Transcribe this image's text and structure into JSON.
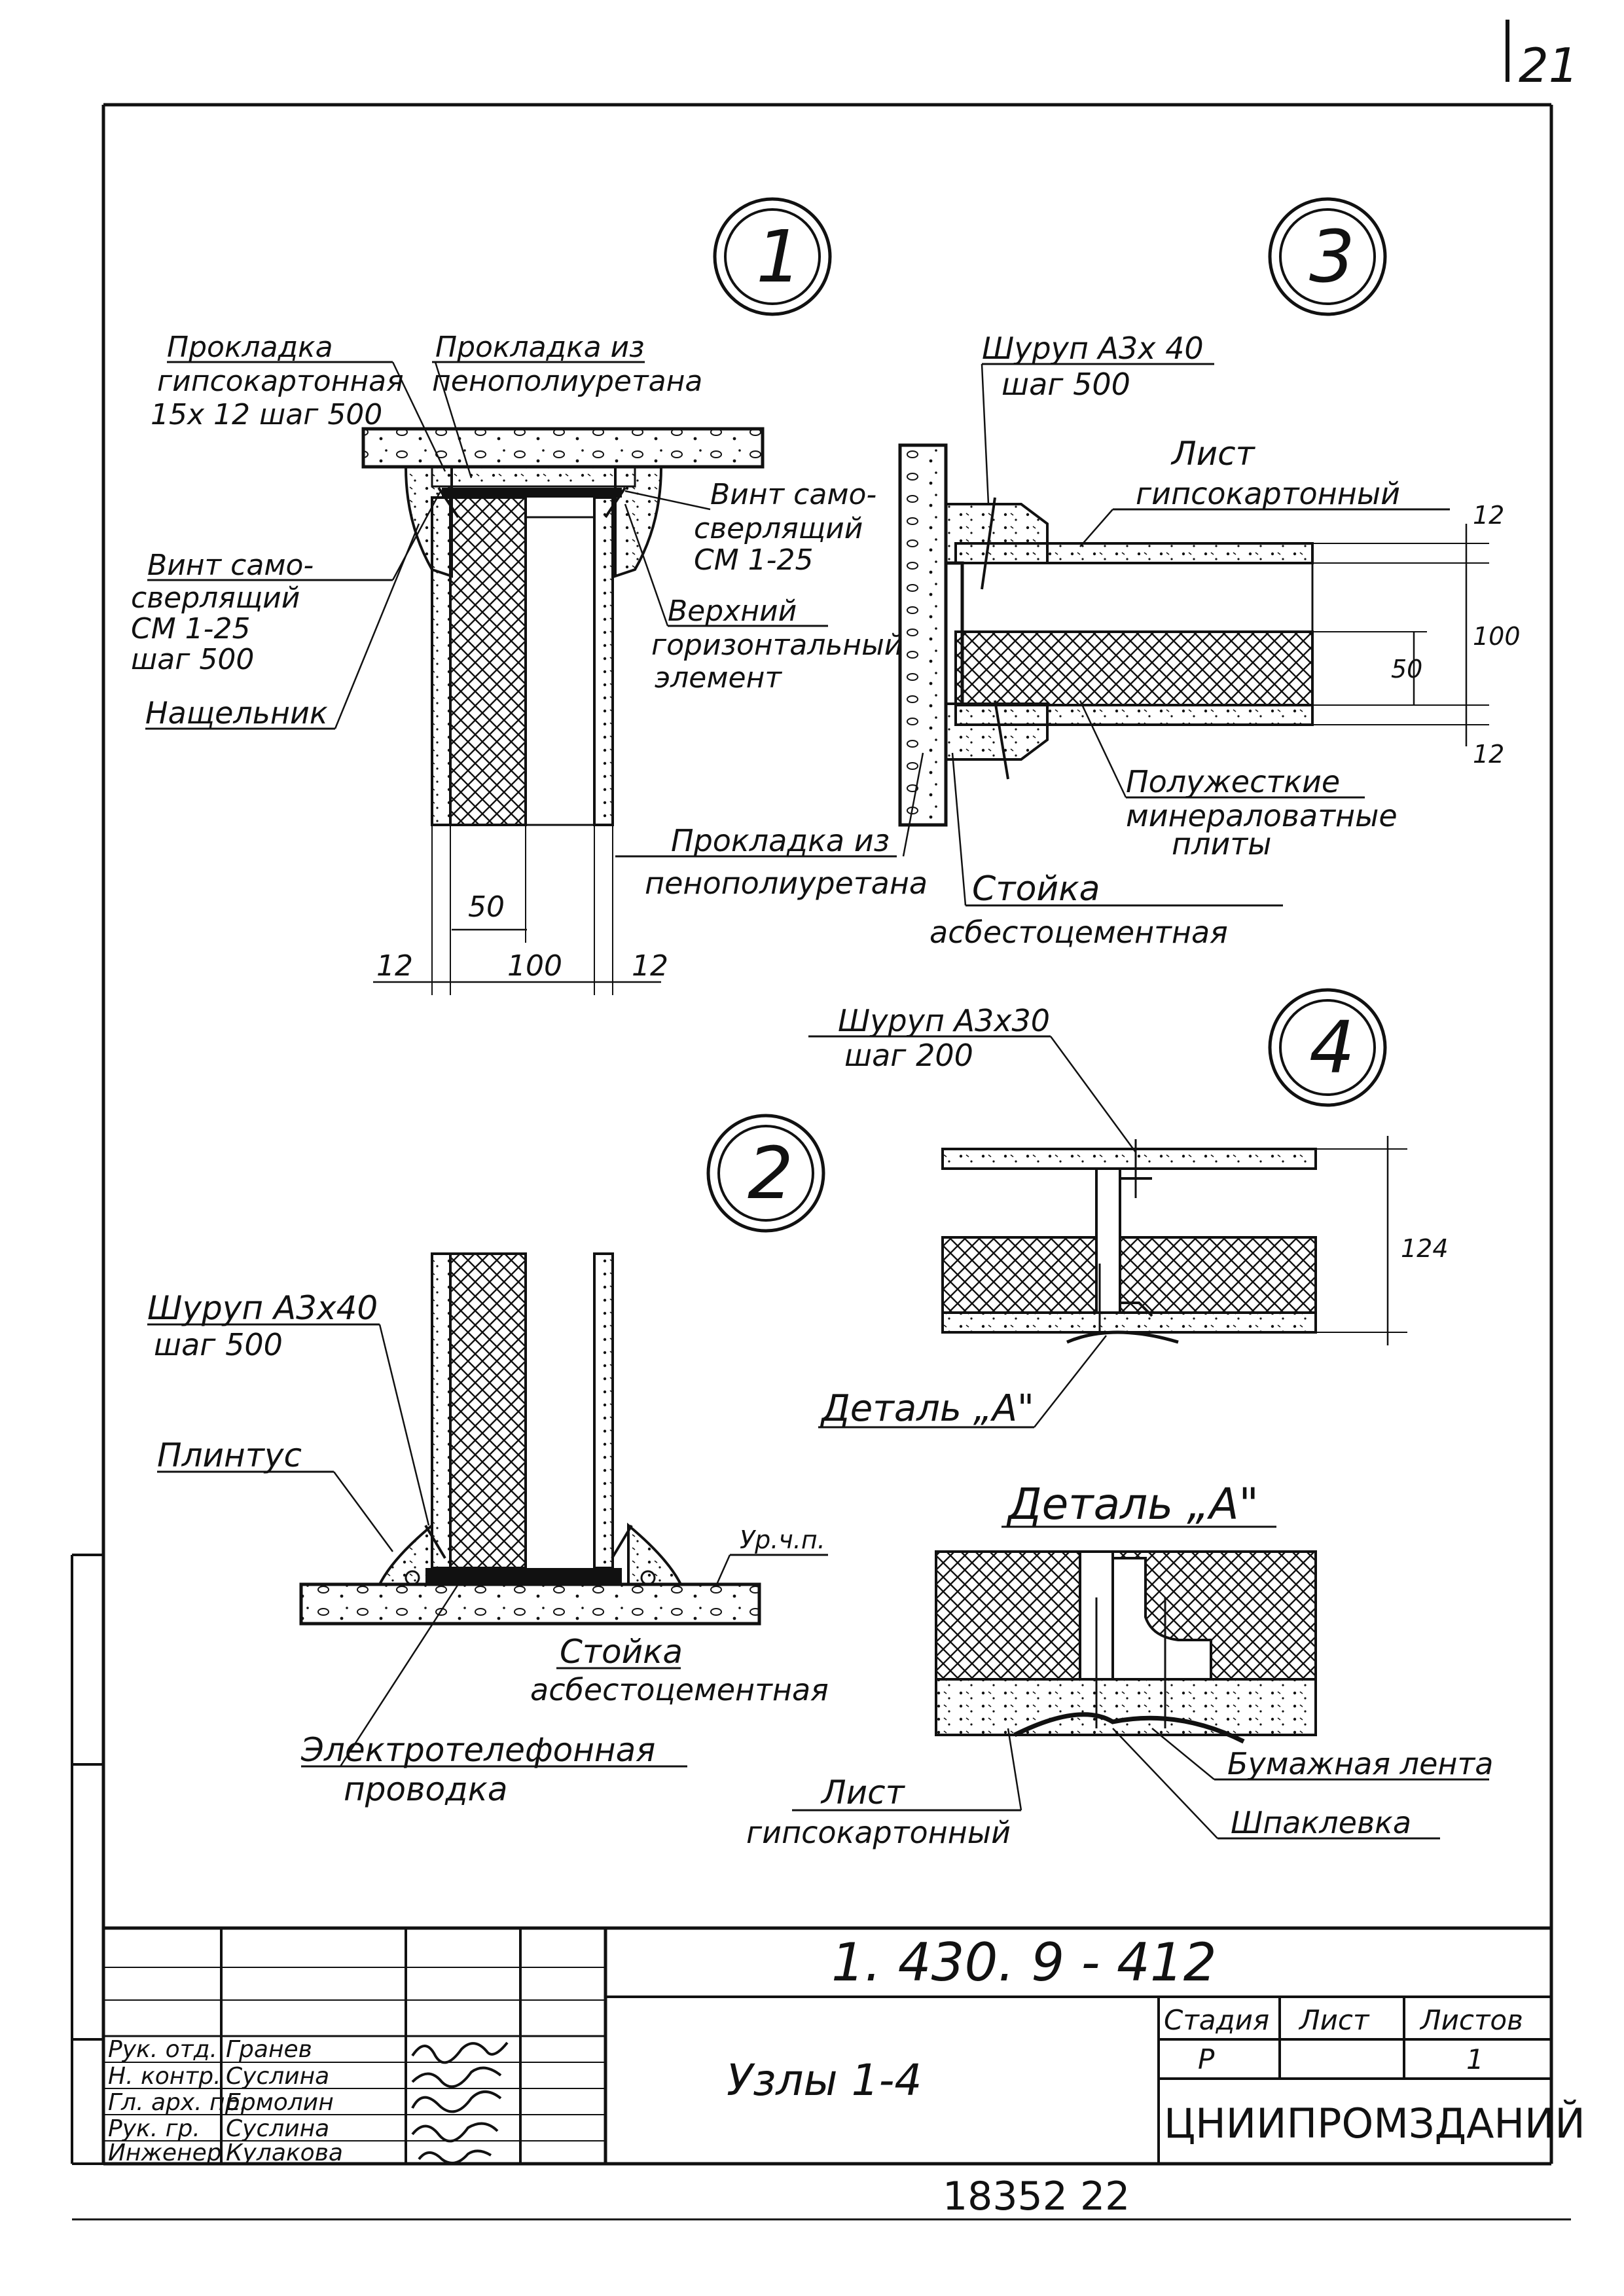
{
  "sheet": {
    "page_number": "21",
    "drawing_code": "1. 430. 9 - 412",
    "title": "Узлы 1-4",
    "organization": "ЦНИИПРОМЗДАНИЙ",
    "stamp_headers": {
      "stage": "Стадия",
      "sheet": "Лист",
      "sheets": "Листов"
    },
    "stamp_values": {
      "stage": "Р",
      "sheet": "",
      "sheets": "1"
    },
    "archive_number": "18352   22"
  },
  "signatures": [
    {
      "role": "Рук. отд.",
      "name": "Гранев"
    },
    {
      "role": "Н. контр.",
      "name": "Суслина"
    },
    {
      "role": "Гл. арх. пр.",
      "name": "Ермолин"
    },
    {
      "role": "Рук. гр.",
      "name": "Суслина"
    },
    {
      "role": "Инженер",
      "name": "Кулакова"
    }
  ],
  "detail1": {
    "marker": "1",
    "label_gasket_gkl_1": "Прокладка",
    "label_gasket_gkl_2": "гипсокартонная",
    "label_gasket_gkl_3": "15х 12 шаг 500",
    "label_gasket_ppu_1": "Прокладка из",
    "label_gasket_ppu_2": "пенополиуретана",
    "label_screw_left_1": "Винт само-",
    "label_screw_left_2": "сверлящий",
    "label_screw_left_3": "СМ 1-25",
    "label_screw_left_4": "шаг 500",
    "label_nalichnik": "Нащельник",
    "label_screw_right_1": "Винт само-",
    "label_screw_right_2": "сверлящий",
    "label_screw_right_3": "СМ 1-25",
    "label_top_1": "Верхний",
    "label_top_2": "горизонтальный",
    "label_top_3": "элемент",
    "label_bottom_1": "Прокладка из",
    "label_bottom_2": "пенополиуретана",
    "dim_50": "50",
    "dim_12_left": "12",
    "dim_100": "100",
    "dim_12_right": "12"
  },
  "detail2": {
    "marker": "2",
    "label_screw_1": "Шуруп А3х40",
    "label_screw_2": "шаг 500",
    "label_plinth": "Плинтус",
    "label_floor": "Ур.ч.п.",
    "label_post_1": "Стойка",
    "label_post_2": "асбестоцементная",
    "label_wiring_1": "Электротелефонная",
    "label_wiring_2": "проводка"
  },
  "detail3": {
    "marker": "3",
    "label_screw_1": "Шуруп А3х 40",
    "label_screw_2": "шаг 500",
    "label_sheet_1": "Лист",
    "label_sheet_2": "гипсокартонный",
    "label_plates_1": "Полужесткие",
    "label_plates_2": "минераловатные",
    "label_plates_3": "плиты",
    "label_post_1": "Стойка",
    "label_post_2": "асбестоцементная",
    "dim_12_top": "12",
    "dim_100": "100",
    "dim_50": "50",
    "dim_12_bottom": "12"
  },
  "detail4": {
    "marker": "4",
    "label_screw_1": "Шуруп А3х30",
    "label_screw_2": "шаг 200",
    "dim_124": "124",
    "label_detail_ref": "Деталь „А\""
  },
  "detailA": {
    "title": "Деталь „А\"",
    "label_tape": "Бумажная лента",
    "label_putty": "Шпаклевка",
    "label_sheet_1": "Лист",
    "label_sheet_2": "гипсокартонный"
  }
}
